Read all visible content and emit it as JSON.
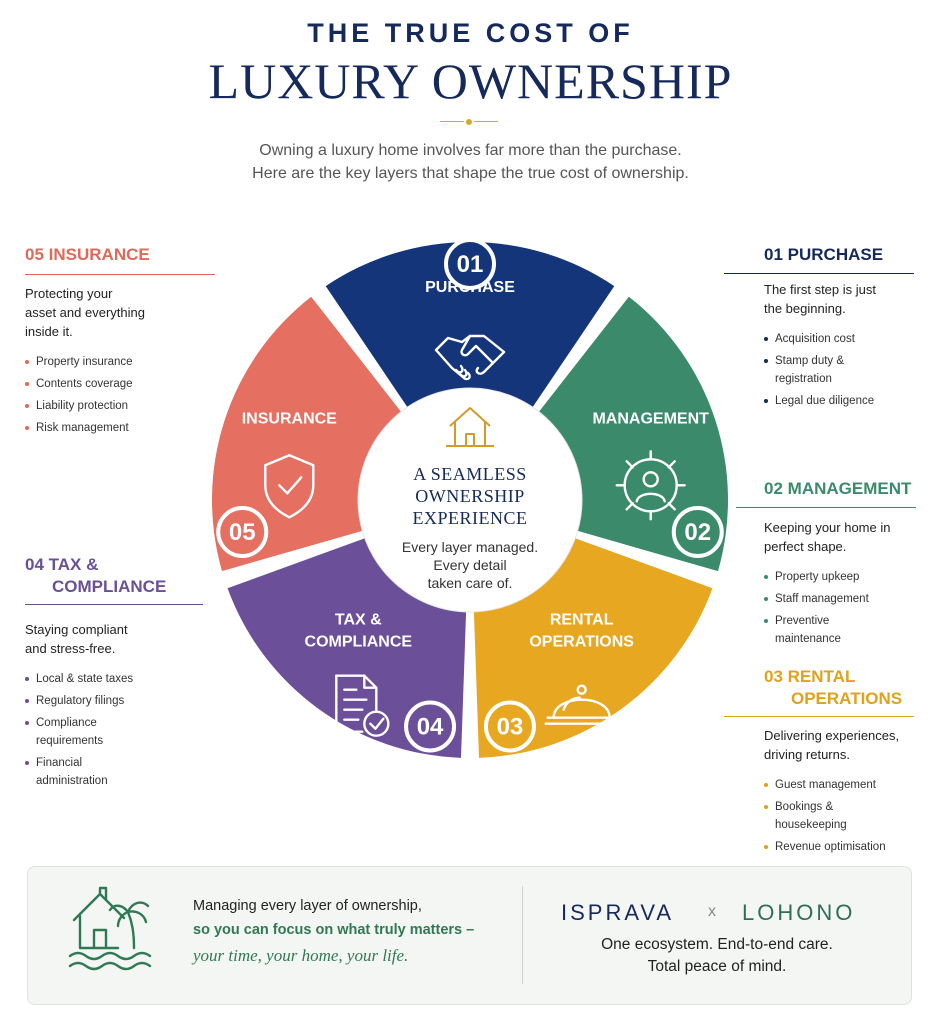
{
  "header": {
    "title_line1": "THE TRUE COST OF",
    "title_line2": "LUXURY OWNERSHIP",
    "intro_line1": "Owning a luxury home involves far more than the purchase.",
    "intro_line2": "Here are the key layers that shape the true cost of ownership."
  },
  "wheel": {
    "segments": [
      {
        "number": "01",
        "label_lines": [
          "PURCHASE"
        ],
        "color": "#15357a",
        "icon": "handshake-icon"
      },
      {
        "number": "02",
        "label_lines": [
          "MANAGEMENT"
        ],
        "color": "#3b8a6c",
        "icon": "gear-person-icon"
      },
      {
        "number": "03",
        "label_lines": [
          "RENTAL",
          "OPERATIONS"
        ],
        "color": "#e8a720",
        "icon": "cloche-icon"
      },
      {
        "number": "04",
        "label_lines": [
          "TAX &",
          "COMPLIANCE"
        ],
        "color": "#6b4f98",
        "icon": "document-check-icon"
      },
      {
        "number": "05",
        "label_lines": [
          "INSURANCE"
        ],
        "color": "#e56f60",
        "icon": "shield-check-icon"
      }
    ],
    "center": {
      "icon": "house-icon",
      "title_lines": [
        "A SEAMLESS",
        "OWNERSHIP",
        "EXPERIENCE"
      ],
      "subtitle_lines": [
        "Every layer managed.",
        "Every detail",
        "taken care of."
      ]
    }
  },
  "panels": {
    "insurance": {
      "number": "05",
      "title_lines": [
        "INSURANCE"
      ],
      "desc_lines": [
        "Protecting your",
        "asset and everything",
        "inside it."
      ],
      "items": [
        [
          "Property insurance"
        ],
        [
          "Contents coverage"
        ],
        [
          "Liability protection"
        ],
        [
          "Risk management"
        ]
      ]
    },
    "purchase": {
      "number": "01",
      "title_lines": [
        "PURCHASE"
      ],
      "desc_lines": [
        "The first step is just",
        "the beginning."
      ],
      "items": [
        [
          "Acquisition cost"
        ],
        [
          "Stamp duty &",
          "registration"
        ],
        [
          "Legal due diligence"
        ]
      ]
    },
    "management": {
      "number": "02",
      "title_lines": [
        "MANAGEMENT"
      ],
      "desc_lines": [
        "Keeping your home in",
        "perfect shape."
      ],
      "items": [
        [
          "Property upkeep"
        ],
        [
          "Staff management"
        ],
        [
          "Preventive",
          "maintenance"
        ]
      ]
    },
    "tax": {
      "number": "04",
      "title_lines": [
        "TAX &",
        "COMPLIANCE"
      ],
      "desc_lines": [
        "Staying compliant",
        "and stress-free."
      ],
      "items": [
        [
          "Local & state taxes"
        ],
        [
          "Regulatory filings"
        ],
        [
          "Compliance",
          "requirements"
        ],
        [
          "Financial",
          "administration"
        ]
      ]
    },
    "rental": {
      "number": "03",
      "title_lines": [
        "RENTAL",
        "OPERATIONS"
      ],
      "desc_lines": [
        "Delivering experiences,",
        "driving returns."
      ],
      "items": [
        [
          "Guest management"
        ],
        [
          "Bookings &",
          "housekeeping"
        ],
        [
          "Revenue optimisation"
        ]
      ]
    }
  },
  "footer": {
    "icon": "beach-house-icon",
    "line1": "Managing every layer of ownership,",
    "line2": "so you can focus on what truly matters –",
    "line3": "your time, your home, your life.",
    "brand_left": "ISPRAVA",
    "brand_sep": "x",
    "brand_right": "LOHONO",
    "tagline1": "One ecosystem. End-to-end care.",
    "tagline2": "Total peace of mind."
  }
}
